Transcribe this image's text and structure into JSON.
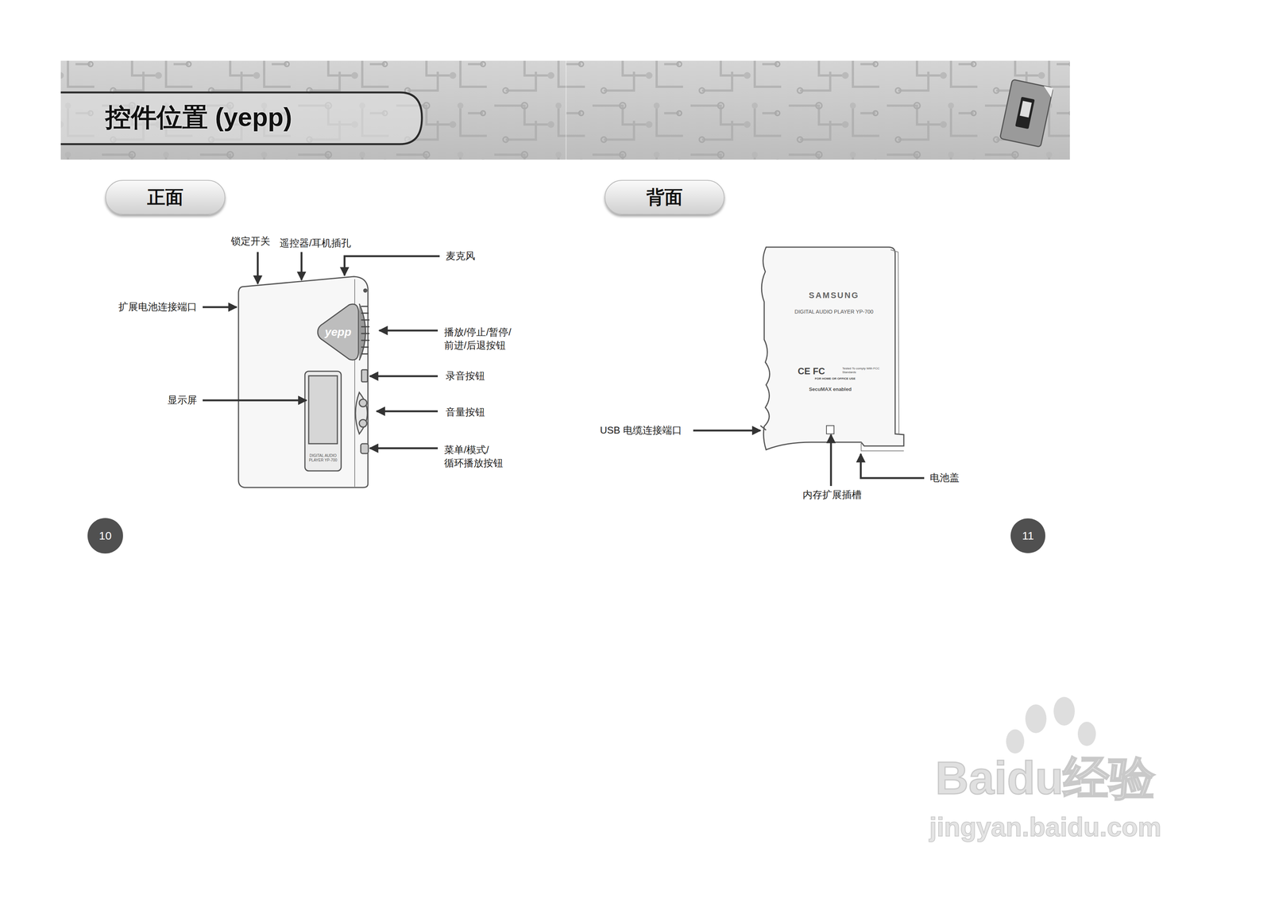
{
  "diagram": {
    "title": "控件位置 (yepp)",
    "nodes": [
      {
        "text": [
          "正面"
        ]
      },
      {
        "text": [
          "背面"
        ]
      },
      {
        "text": [
          "10"
        ]
      },
      {
        "text": [
          "11"
        ]
      }
    ],
    "labels": [
      "锁定开关",
      "遥控器/耳机插孔",
      "麦克风",
      "扩展电池连接端口",
      "播放/停止/暂停/ 前进/后退按钮",
      "录音按钮",
      "显示屏",
      "音量按钮",
      "菜单/模式/ 循环播放按钮",
      "USB 电缆连接端口",
      "内存扩展插槽",
      "电池盖",
      "yepp",
      "DIGITAL AUDIO PLAYER YP-700",
      "SAMSUNG",
      "DIGITAL AUDIO PLAYER YP-700",
      "Tested To comply With FCC Standards",
      "FOR HOME OR OFFICE USE",
      "SecuMAX enabled",
      "CE FC",
      "Baidu经验",
      "jingyan.baidu.com"
    ]
  }
}
